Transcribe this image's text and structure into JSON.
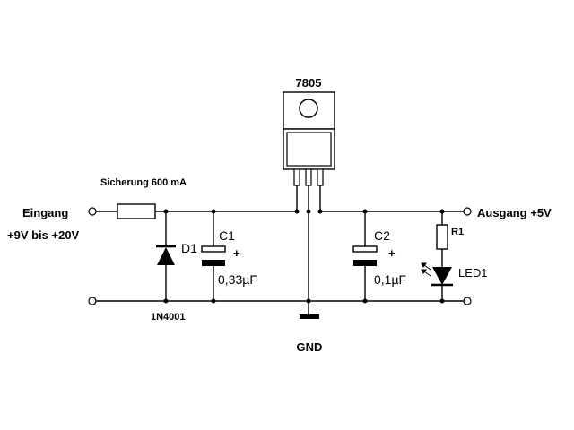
{
  "regulator": {
    "label": "7805"
  },
  "fuse": {
    "label": "Sicherung 600 mA"
  },
  "input": {
    "label": "Eingang",
    "range": "+9V bis +20V"
  },
  "output": {
    "label": "Ausgang +5V"
  },
  "diode": {
    "ref": "D1",
    "part": "1N4001"
  },
  "c1": {
    "ref": "C1",
    "value": "0,33µF",
    "polarity": "+"
  },
  "c2": {
    "ref": "C2",
    "value": "0,1µF",
    "polarity": "+"
  },
  "resistor": {
    "ref": "R1"
  },
  "led": {
    "ref": "LED1"
  },
  "ground": {
    "label": "GND"
  },
  "colors": {
    "line": "#000000",
    "background": "#ffffff"
  }
}
